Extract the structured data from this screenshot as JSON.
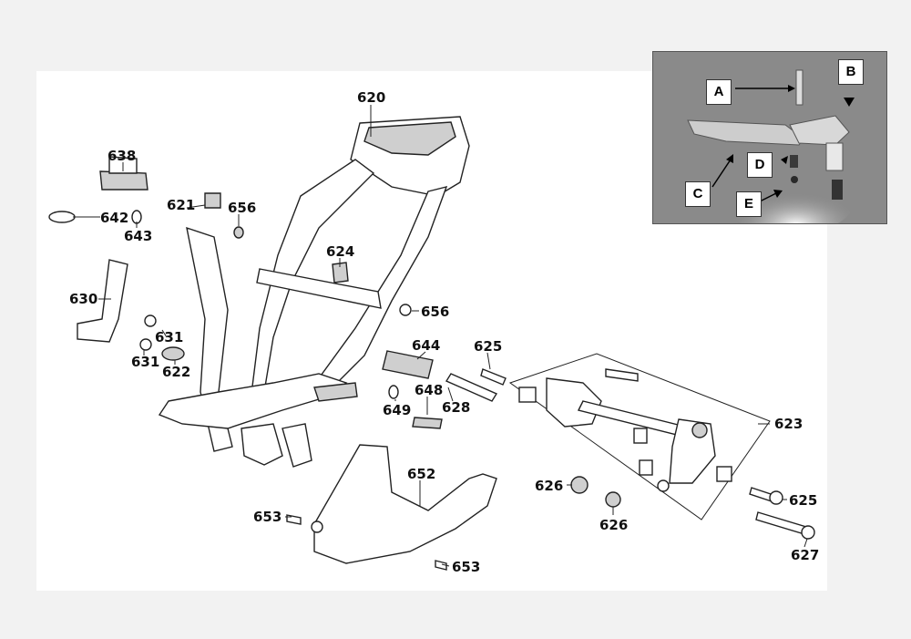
{
  "callouts": [
    {
      "id": "620",
      "text": "620"
    },
    {
      "id": "638",
      "text": "638"
    },
    {
      "id": "621",
      "text": "621"
    },
    {
      "id": "656a",
      "text": "656"
    },
    {
      "id": "642",
      "text": "642"
    },
    {
      "id": "643",
      "text": "643"
    },
    {
      "id": "624",
      "text": "624"
    },
    {
      "id": "630",
      "text": "630"
    },
    {
      "id": "656b",
      "text": "656"
    },
    {
      "id": "631a",
      "text": "631"
    },
    {
      "id": "631b",
      "text": "631"
    },
    {
      "id": "622",
      "text": "622"
    },
    {
      "id": "644",
      "text": "644"
    },
    {
      "id": "625a",
      "text": "625"
    },
    {
      "id": "648",
      "text": "648"
    },
    {
      "id": "649",
      "text": "649"
    },
    {
      "id": "628",
      "text": "628"
    },
    {
      "id": "623",
      "text": "623"
    },
    {
      "id": "652",
      "text": "652"
    },
    {
      "id": "653a",
      "text": "653"
    },
    {
      "id": "653b",
      "text": "653"
    },
    {
      "id": "626a",
      "text": "626"
    },
    {
      "id": "626b",
      "text": "626"
    },
    {
      "id": "625b",
      "text": "625"
    },
    {
      "id": "627",
      "text": "627"
    }
  ],
  "photo_inset": {
    "labels": {
      "a": "A",
      "b": "B",
      "c": "C",
      "d": "D",
      "e": "E"
    }
  }
}
